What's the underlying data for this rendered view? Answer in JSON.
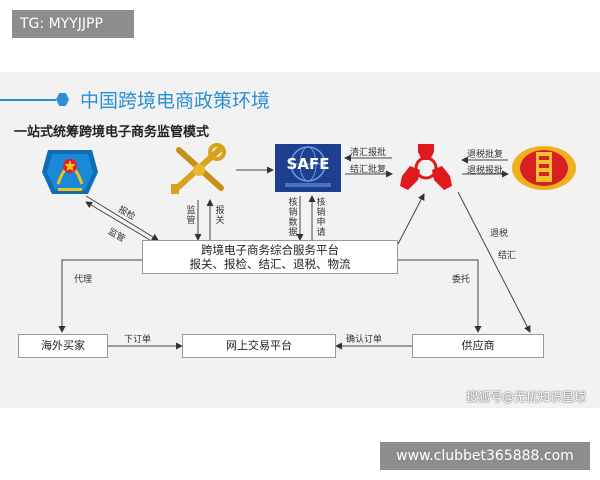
{
  "tag": "TG: MYYJJPP",
  "header": {
    "title": "中国跨境电商政策环境"
  },
  "diagram": {
    "subtitle": "一站式统筹跨境电子商务监管模式",
    "platform": {
      "line1": "跨境电子商务综合服务平台",
      "line2": "报关、报检、结汇、退税、物流"
    },
    "buyer": "海外买家",
    "exchange": "网上交易平台",
    "supplier": "供应商",
    "safe_text": "SAFE",
    "labels": {
      "inspection": "报检",
      "supervision": "监管",
      "customs_supervision": "监管",
      "customs_declare": "报关",
      "verify_data": "核销数据",
      "verify_apply": "核销申请",
      "settle_declare": "清汇报批",
      "settle_reply": "结汇批复",
      "tax_reply": "退税批复",
      "tax_declare": "退税报批",
      "tax_refund": "退税",
      "settlement": "结汇",
      "agent": "代理",
      "entrust": "委托",
      "place_order": "下订单",
      "confirm_order": "确认订单"
    }
  },
  "watermark": "搜狐号@无忧知识星球",
  "footer": "www.clubbet365888.com",
  "colors": {
    "accent": "#2b8fd6",
    "red": "#e0191f",
    "gold": "#d9a21b",
    "navy": "#1d3f8e"
  }
}
